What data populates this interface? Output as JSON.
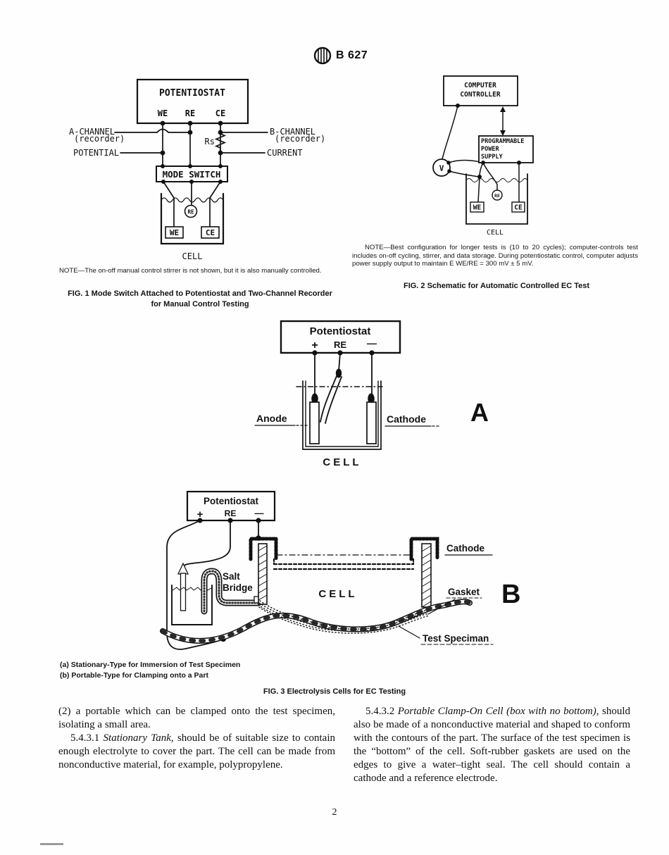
{
  "header": {
    "doc_number": "B 627",
    "logo": "ASTM"
  },
  "fig1": {
    "potentiostat_label": "POTENTIOSTAT",
    "we": "WE",
    "re": "RE",
    "ce": "CE",
    "a_channel": "A-CHANNEL",
    "a_channel_sub": "(recorder)",
    "b_channel": "B-CHANNEL",
    "b_channel_sub": "(recorder)",
    "potential": "POTENTIAL",
    "current": "CURRENT",
    "rs": "Rs",
    "mode_switch": "MODE SWITCH",
    "cell_re": "RE",
    "cell_we": "WE",
    "cell_ce": "CE",
    "cell": "CELL",
    "note": "NOTE—The on-off manual control stirrer is not shown, but it is also manually controlled.",
    "caption": "FIG. 1  Mode Switch Attached to Potentiostat and Two-Channel Recorder for Manual Control Testing"
  },
  "fig2": {
    "computer_line1": "COMPUTER",
    "computer_line2": "CONTROLLER",
    "pps_line1": "PROGRAMMABLE",
    "pps_line2": "POWER",
    "pps_line3": "SUPPLY",
    "voltmeter": "V",
    "cell_we": "WE",
    "cell_re": "RE",
    "cell_ce": "CE",
    "cell": "CELL",
    "note": "NOTE—Best configuration for longer tests is (10 to 20 cycles); computer-controls test includes on-off cycling, stirrer, and data storage. During potentiostatic control, computer adjusts power supply output to maintain E WE/RE = 300 mV ± 5 mV.",
    "caption": "FIG. 2  Schematic for Automatic Controlled EC Test"
  },
  "fig3a": {
    "potentiostat": "Potentiostat",
    "plus": "+",
    "re": "RE",
    "minus": "—",
    "anode": "Anode",
    "cathode": "Cathode",
    "cell": "CELL",
    "panel_letter": "A"
  },
  "fig3b": {
    "potentiostat": "Potentiostat",
    "plus": "+",
    "re": "RE",
    "minus": "—",
    "salt_line1": "Salt",
    "salt_line2": "Bridge",
    "cathode": "Cathode",
    "gasket": "Gasket",
    "test_specimen": "Test Speciman",
    "cell": "CELL",
    "panel_letter": "B"
  },
  "fig3_captions": {
    "a": "(a)  Stationary-Type for Immersion of Test Specimen",
    "b": "(b)  Portable-Type for Clamping onto a Part",
    "fig": "FIG. 3  Electrolysis Cells for EC Testing"
  },
  "body": {
    "col1_p1": "(2) a portable which can be clamped onto the test specimen, isolating a small area.",
    "col1_p2_num": "5.4.3.1 ",
    "col1_p2_italic": "Stationary Tank",
    "col1_p2_rest": ", should be of suitable size to contain enough electrolyte to cover the part. The cell can be made from nonconductive material, for example, polypropylene.",
    "col2_p1_num": "5.4.3.2 ",
    "col2_p1_italic": "Portable Clamp-On Cell (box with no bottom)",
    "col2_p1_rest": ", should also be made of a nonconductive material and shaped to conform with the contours of the part. The surface of the test specimen is the “bottom” of the cell. Soft-rubber gaskets are used on the edges to give a water–tight seal. The cell should contain a cathode and a reference electrode."
  },
  "footer": {
    "page_number": "2"
  }
}
